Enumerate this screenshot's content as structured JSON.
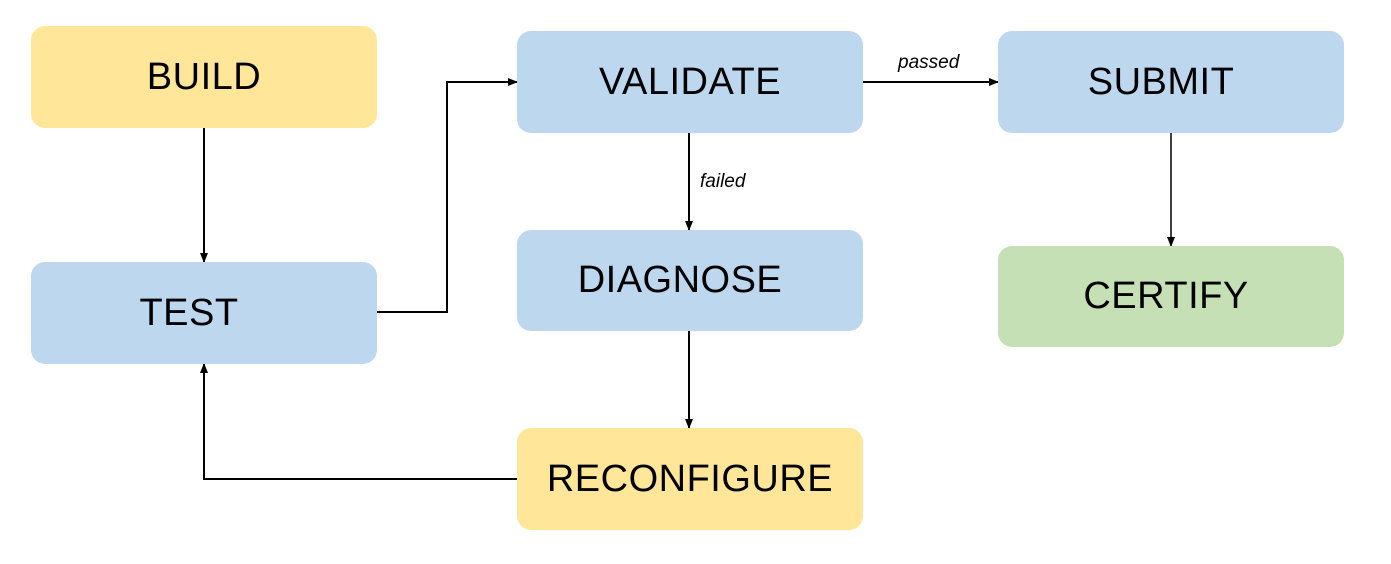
{
  "colors": {
    "yellow": "#FFE699",
    "blue": "#BDD7EE",
    "green": "#C5E0B4",
    "line": "#000000"
  },
  "nodes": {
    "build": {
      "label": "BUILD",
      "fill": "yellow"
    },
    "test": {
      "label": "TEST",
      "fill": "blue"
    },
    "validate": {
      "label": "VALIDATE",
      "fill": "blue"
    },
    "diagnose": {
      "label": "DIAGNOSE",
      "fill": "blue"
    },
    "reconfigure": {
      "label": "RECONFIGURE",
      "fill": "yellow"
    },
    "submit": {
      "label": "SUBMIT",
      "fill": "blue"
    },
    "certify": {
      "label": "CERTIFY",
      "fill": "green"
    }
  },
  "edges": [
    {
      "from": "build",
      "to": "test",
      "label": ""
    },
    {
      "from": "test",
      "to": "validate",
      "label": ""
    },
    {
      "from": "validate",
      "to": "submit",
      "label": "passed"
    },
    {
      "from": "validate",
      "to": "diagnose",
      "label": "failed"
    },
    {
      "from": "diagnose",
      "to": "reconfigure",
      "label": ""
    },
    {
      "from": "reconfigure",
      "to": "test",
      "label": ""
    },
    {
      "from": "submit",
      "to": "certify",
      "label": ""
    }
  ],
  "edge_labels": {
    "passed": "passed",
    "failed": "failed"
  }
}
